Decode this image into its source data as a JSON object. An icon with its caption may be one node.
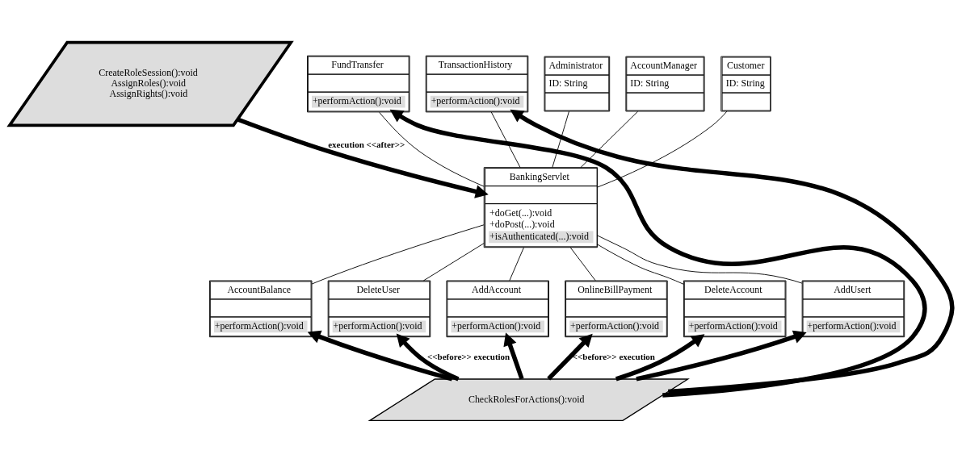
{
  "diagram": {
    "nodes": [
      {
        "text": [
          "Administrator",
          "ID: String"
        ]
      },
      {
        "text": [
          "AccountManager",
          "ID: String"
        ]
      },
      {
        "text": [
          "FundTransfer",
          "+performAction():void"
        ]
      },
      {
        "text": [
          "TransactionHistory",
          "+performAction():void"
        ]
      },
      {
        "text": [
          "Customer",
          "ID: String"
        ]
      },
      {
        "text": [
          "CreateRoleSession():void",
          "AssignRoles():void",
          "AssignRights():void"
        ]
      },
      {
        "text": [
          "BankingServlet",
          "+doGet(...):void",
          "+doPost(...):void",
          "+isAuthenticated(...):void"
        ]
      },
      {
        "text": [
          "DeleteAccount",
          "+performAction():void"
        ]
      },
      {
        "text": [
          "AccountBalance",
          "+performAction():void"
        ]
      },
      {
        "text": [
          "AddUsert",
          "+performAction():void"
        ]
      },
      {
        "text": [
          "DeleteUser",
          "+performAction():void"
        ]
      },
      {
        "text": [
          "AddAccount",
          "+performAction():void"
        ]
      },
      {
        "text": [
          "OnlineBillPayment",
          "+performAction():void"
        ]
      },
      {
        "text": [
          "CheckRolesForActions():void"
        ]
      }
    ],
    "edges": [
      {
        "from": 0,
        "to": 6,
        "arrow": "none"
      },
      {
        "from": 1,
        "to": 6,
        "arrow": "none"
      },
      {
        "from": 2,
        "to": 6,
        "arrow": "none"
      },
      {
        "from": 3,
        "to": 6,
        "arrow": "none"
      },
      {
        "from": 4,
        "to": 6,
        "arrow": "none"
      },
      {
        "from": 8,
        "to": 6,
        "arrow": "none"
      },
      {
        "from": 7,
        "to": 6,
        "arrow": "none"
      },
      {
        "from": 9,
        "to": 6,
        "arrow": "none"
      },
      {
        "from": 10,
        "to": 6,
        "arrow": "none"
      },
      {
        "from": 11,
        "to": 6,
        "arrow": "none"
      },
      {
        "from": 12,
        "to": 6,
        "arrow": "none"
      },
      {
        "from": 5,
        "to": 6,
        "arrow": "to",
        "style": "thick",
        "label": "execution <<after>>"
      },
      {
        "from": 13,
        "to": 10,
        "arrow": "to",
        "style": "thick",
        "label": "<<before>> execution"
      },
      {
        "from": 13,
        "to": 8,
        "arrow": "to",
        "style": "thick"
      },
      {
        "from": 13,
        "to": 11,
        "arrow": "to",
        "style": "thick"
      },
      {
        "from": 13,
        "to": 12,
        "arrow": "to",
        "style": "thick",
        "label": "<<before>> execution"
      },
      {
        "from": 13,
        "to": 2,
        "arrow": "to",
        "style": "thick"
      },
      {
        "from": 13,
        "to": 3,
        "arrow": "to",
        "style": "thick"
      },
      {
        "from": 13,
        "to": 7,
        "arrow": "to",
        "style": "thick"
      },
      {
        "from": 13,
        "to": 9,
        "arrow": "to",
        "style": "thick"
      }
    ]
  }
}
